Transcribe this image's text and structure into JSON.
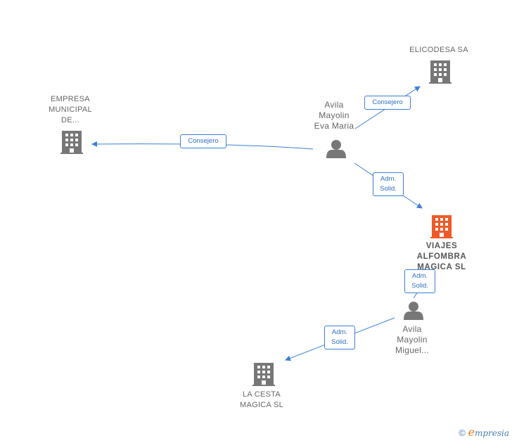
{
  "nodes": {
    "elicodesa": {
      "name": "ELICODESA SA",
      "type": "company"
    },
    "empresa_municipal": {
      "name_lines": [
        "EMPRESA",
        "MUNICIPAL",
        "DE..."
      ],
      "type": "company"
    },
    "avila_eva": {
      "name_lines": [
        "Avila",
        "Mayolin",
        "Eva Maria"
      ],
      "type": "person"
    },
    "viajes": {
      "name_lines": [
        "VIAJES",
        "ALFOMBRA",
        "MAGICA  SL"
      ],
      "type": "company",
      "highlight": true
    },
    "avila_miguel": {
      "name_lines": [
        "Avila",
        "Mayolin",
        "Miguel..."
      ],
      "type": "person"
    },
    "la_cesta": {
      "name_lines": [
        "LA CESTA",
        "MAGICA  SL"
      ],
      "type": "company"
    }
  },
  "edges": {
    "eva_to_elicodesa": "Consejero",
    "eva_to_empresa": "Consejero",
    "eva_to_viajes": [
      "Adm.",
      "Solid."
    ],
    "miguel_to_viajes": [
      "Adm.",
      "Solid."
    ],
    "miguel_to_cesta": [
      "Adm.",
      "Solid."
    ]
  },
  "colors": {
    "edge": "#3a7fd6",
    "company_icon": "#777777",
    "highlight_icon": "#f05a28",
    "person_icon": "#777777"
  },
  "footer": {
    "copyright_symbol": "©",
    "brand_first": "e",
    "brand_rest": "mpresia"
  }
}
